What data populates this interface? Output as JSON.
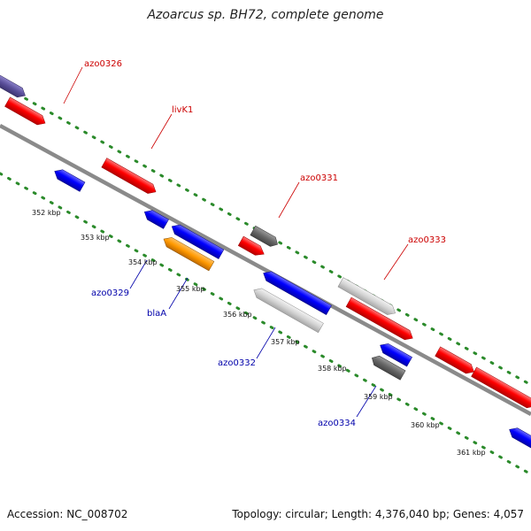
{
  "title": "Azoarcus sp. BH72, complete genome",
  "footer": {
    "accession": "Accession: NC_008702",
    "summary": "Topology: circular; Length: 4,376,040 bp; Genes: 4,057"
  },
  "colors": {
    "forward_gene": "#ff0000",
    "reverse_gene": "#0000ff",
    "other_forward": "#5a4f9a",
    "unknown": "#cccccc",
    "pseudo": "#666666",
    "beta_lactamase": "#ff9900",
    "backbone": "#8a8a8a",
    "dotted_track": "#2a8a2a",
    "forward_label": "#cc0000",
    "reverse_label": "#0000aa"
  },
  "gene_labels": [
    {
      "id": "azo0326",
      "text": "azo0326",
      "strand": "forward"
    },
    {
      "id": "livK1",
      "text": "livK1",
      "strand": "forward"
    },
    {
      "id": "azo0331",
      "text": "azo0331",
      "strand": "forward"
    },
    {
      "id": "azo0333",
      "text": "azo0333",
      "strand": "forward"
    },
    {
      "id": "azo0329",
      "text": "azo0329",
      "strand": "reverse"
    },
    {
      "id": "blaA",
      "text": "blaA",
      "strand": "reverse"
    },
    {
      "id": "azo0332",
      "text": "azo0332",
      "strand": "reverse"
    },
    {
      "id": "azo0334",
      "text": "azo0334",
      "strand": "reverse"
    }
  ],
  "ticks": [
    {
      "id": "352",
      "text": "352 kbp"
    },
    {
      "id": "353",
      "text": "353 kbp"
    },
    {
      "id": "354",
      "text": "354 kbp"
    },
    {
      "id": "355",
      "text": "355 kbp"
    },
    {
      "id": "356",
      "text": "356 kbp"
    },
    {
      "id": "357",
      "text": "357 kbp"
    },
    {
      "id": "358",
      "text": "358 kbp"
    },
    {
      "id": "359",
      "text": "359 kbp"
    },
    {
      "id": "360",
      "text": "360 kbp"
    },
    {
      "id": "361",
      "text": "361 kbp"
    }
  ]
}
